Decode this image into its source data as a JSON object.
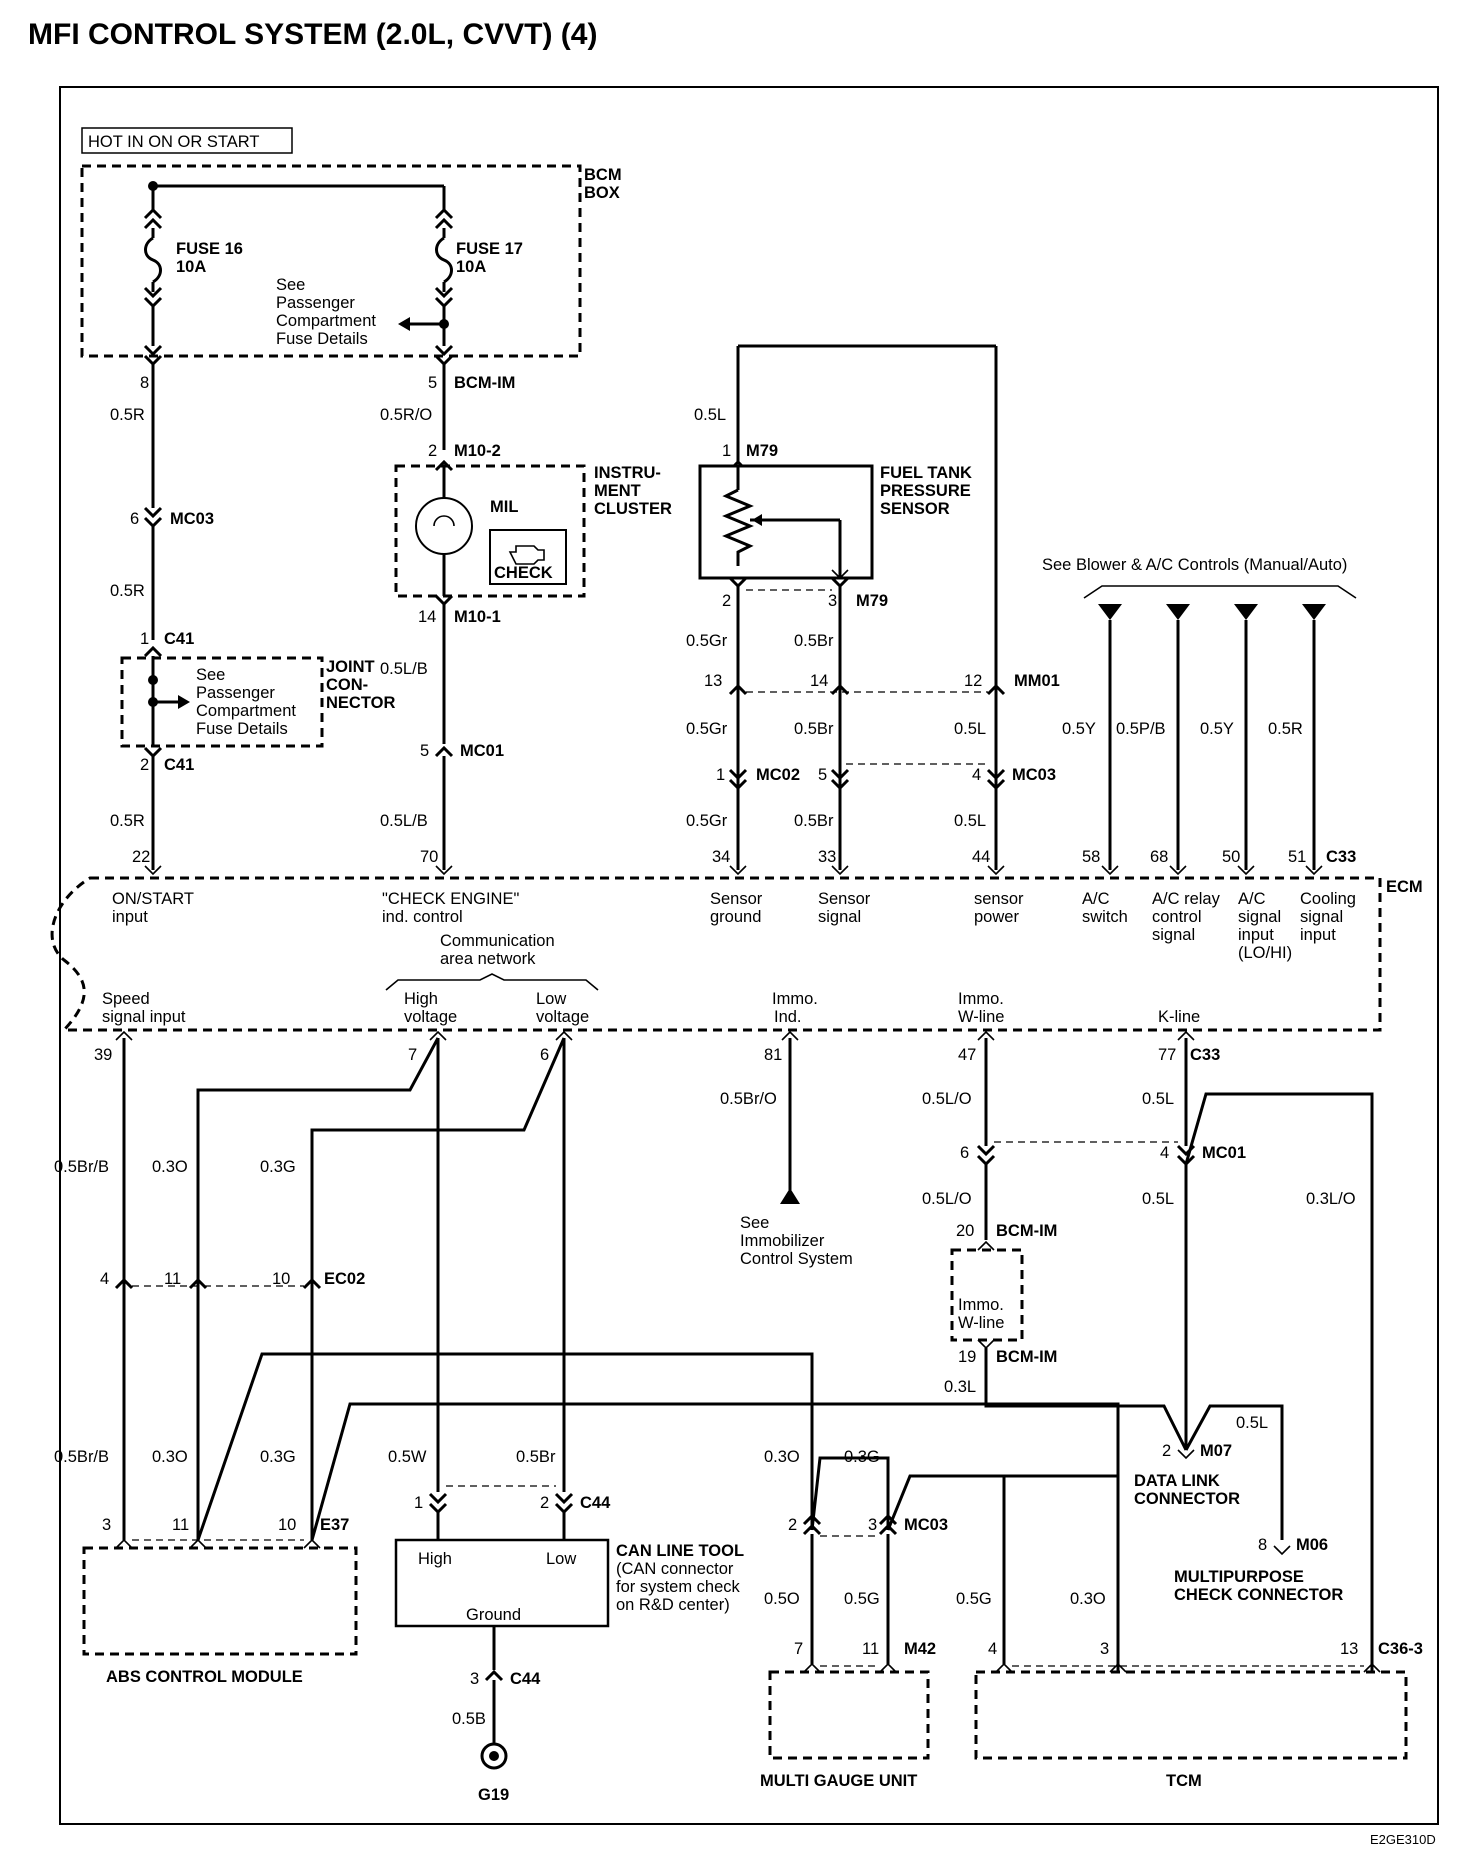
{
  "title": "MFI CONTROL SYSTEM (2.0L, CVVT) (4)",
  "image_code": "E2GE310D",
  "hot_label": "HOT IN ON OR START",
  "bcm_box": {
    "label1": "BCM",
    "label2": "BOX"
  },
  "fuse16": {
    "name": "FUSE 16",
    "rating": "10A"
  },
  "fuse17": {
    "name": "FUSE 17",
    "rating": "10A"
  },
  "see_passenger_1": [
    "See",
    "Passenger",
    "Compartment",
    "Fuse Details"
  ],
  "see_passenger_2": [
    "See",
    "Passenger",
    "Compartment",
    "Fuse Details"
  ],
  "instrument_cluster": {
    "label": [
      "INSTRU-",
      "MENT",
      "CLUSTER"
    ],
    "mil": "MIL",
    "check": "CHECK"
  },
  "joint_connector": [
    "JOINT",
    "CON-",
    "NECTOR"
  ],
  "fuel_tank_sensor": [
    "FUEL TANK",
    "PRESSURE",
    "SENSOR"
  ],
  "blower_note": "See Blower & A/C Controls (Manual/Auto)",
  "ecm": {
    "label": "ECM",
    "top_pins": [
      {
        "pin": "22",
        "label": [
          "ON/START",
          "input"
        ]
      },
      {
        "pin": "70",
        "label": [
          "\"CHECK ENGINE\"",
          "ind. control"
        ]
      },
      {
        "pin": "34",
        "label": [
          "Sensor",
          "ground"
        ]
      },
      {
        "pin": "33",
        "label": [
          "Sensor",
          "signal"
        ]
      },
      {
        "pin": "44",
        "label": [
          "sensor",
          "power"
        ]
      },
      {
        "pin": "58",
        "label": [
          "A/C",
          "switch"
        ]
      },
      {
        "pin": "68",
        "label": [
          "A/C relay",
          "control",
          "signal"
        ]
      },
      {
        "pin": "50",
        "label": [
          "A/C",
          "signal",
          "input",
          "(LO/HI)"
        ]
      },
      {
        "pin": "51",
        "label": [
          "Cooling",
          "signal",
          "input"
        ]
      }
    ],
    "top_connector": "C33",
    "can_label": [
      "Communication",
      "area network"
    ],
    "bottom_pins": [
      {
        "pin": "39",
        "label": [
          "Speed",
          "signal input"
        ]
      },
      {
        "pin": "7",
        "label": [
          "High",
          "voltage"
        ]
      },
      {
        "pin": "6",
        "label": [
          "Low",
          "voltage"
        ]
      },
      {
        "pin": "81",
        "label": [
          "Immo.",
          "Ind."
        ]
      },
      {
        "pin": "47",
        "label": [
          "Immo.",
          "W-line"
        ]
      },
      {
        "pin": "77",
        "label": [
          "K-line"
        ]
      }
    ],
    "bottom_connector": "C33"
  },
  "wires": {
    "r1": "0.5R",
    "r2": "0.5R",
    "r3": "0.5R",
    "r4": "0.5R",
    "ro": "0.5R/O",
    "lb1": "0.5L/B",
    "lb2": "0.5L/B",
    "l_top": "0.5L",
    "gr1": "0.5Gr",
    "gr2": "0.5Gr",
    "gr3": "0.5Gr",
    "br1": "0.5Br",
    "br2": "0.5Br",
    "br3": "0.5Br",
    "l1": "0.5L",
    "l2": "0.5L",
    "ac": [
      "0.5Y",
      "0.5P/B",
      "0.5Y",
      "0.5R"
    ],
    "brb1": "0.5Br/B",
    "o1": "0.3O",
    "g1": "0.3G",
    "brb2": "0.5Br/B",
    "o2": "0.3O",
    "g2": "0.3G",
    "bro": "0.5Br/O",
    "lo1": "0.5L/O",
    "lo2": "0.5L/O",
    "l3": "0.5L",
    "l4": "0.5L",
    "l5": "0.5L",
    "l03": "0.3L",
    "lo3": "0.3L/O",
    "w": "0.5W",
    "br_can": "0.5Br",
    "b": "0.5B",
    "o3": "0.3O",
    "g3": "0.3G",
    "o50": "0.5O",
    "g50": "0.5G",
    "g50b": "0.5G",
    "o30": "0.3O"
  },
  "connectors": {
    "bcm_im": "BCM-IM",
    "m10_2": "M10-2",
    "m10_1": "M10-1",
    "mc03a": "MC03",
    "c41a": "C41",
    "c41b": "C41",
    "mc01a": "MC01",
    "m79a": "M79",
    "m79b": "M79",
    "mm01": "MM01",
    "mc02": "MC02",
    "mc03b": "MC03",
    "mc01b": "MC01",
    "bcm_im2": "BCM-IM",
    "bcm_im3": "BCM-IM",
    "ec02": "EC02",
    "e37": "E37",
    "c44a": "C44",
    "c44b": "C44",
    "mc03c": "MC03",
    "m07": "M07",
    "m06": "M06",
    "m42": "M42",
    "c36": "C36-3",
    "g19": "G19"
  },
  "pins": {
    "p8": "8",
    "p5": "5",
    "p2a": "2",
    "p6": "6",
    "p1a": "1",
    "p2b": "2",
    "p14": "14",
    "p5b": "5",
    "m79_1": "1",
    "m79_2": "2",
    "m79_3": "3",
    "mm01_13": "13",
    "mm01_14": "14",
    "mm01_12": "12",
    "mc_1": "1",
    "mc_5": "5",
    "mc_4": "4",
    "ec_4": "4",
    "ec_11": "11",
    "ec_10": "10",
    "mc01_6": "6",
    "mc01_4": "4",
    "bcm_20": "20",
    "bcm_19": "19",
    "e37_3": "3",
    "e37_11": "11",
    "e37_10": "10",
    "c44_1": "1",
    "c44_2": "2",
    "c44_3": "3",
    "mc03_2": "2",
    "mc03_3": "3",
    "m07_2": "2",
    "m06_8": "8",
    "m42_7": "7",
    "m42_11": "11",
    "tcm_4": "4",
    "tcm_3": "3",
    "tcm_13": "13"
  },
  "immo_box": [
    "Immo.",
    "W-line"
  ],
  "see_immo": [
    "See",
    "Immobilizer",
    "Control System"
  ],
  "can_tool": {
    "title": "CAN LINE TOOL",
    "desc": [
      "(CAN connector",
      "for system check",
      "on R&D center)"
    ],
    "high": "High",
    "low": "Low",
    "ground": "Ground"
  },
  "abs": "ABS CONTROL MODULE",
  "data_link": [
    "DATA LINK",
    "CONNECTOR"
  ],
  "multipurpose": [
    "MULTIPURPOSE",
    "CHECK CONNECTOR"
  ],
  "multi_gauge": "MULTI GAUGE UNIT",
  "tcm": "TCM"
}
